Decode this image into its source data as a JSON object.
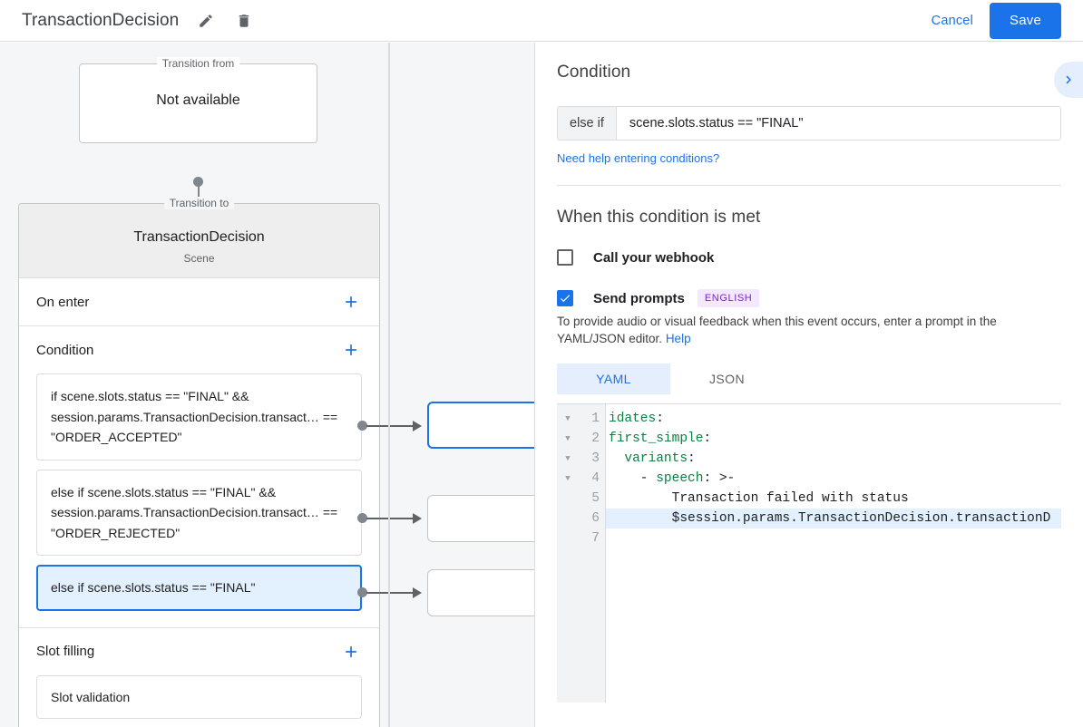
{
  "header": {
    "title": "TransactionDecision",
    "edit_icon": "pencil-icon",
    "delete_icon": "trash-icon",
    "cancel_label": "Cancel",
    "save_label": "Save",
    "accent_color": "#1a73e8"
  },
  "canvas": {
    "transition_from": {
      "legend": "Transition from",
      "value": "Not available"
    },
    "transition_to": {
      "legend": "Transition to",
      "scene_name": "TransactionDecision",
      "scene_type": "Scene"
    },
    "sections": [
      {
        "title": "On enter",
        "add_icon": "plus-icon"
      },
      {
        "title": "Condition",
        "add_icon": "plus-icon"
      },
      {
        "title": "Slot filling",
        "add_icon": "plus-icon"
      }
    ],
    "conditions": [
      {
        "text": "if scene.slots.status == \"FINAL\" && session.params.TransactionDecision.transact… == \"ORDER_ACCEPTED\"",
        "selected": false
      },
      {
        "text": "else if scene.slots.status == \"FINAL\" && session.params.TransactionDecision.transact… == \"ORDER_REJECTED\"",
        "selected": false
      },
      {
        "text": "else if scene.slots.status == \"FINAL\"",
        "selected": true
      }
    ],
    "slot_filling": {
      "item": "Slot validation"
    }
  },
  "panel": {
    "title": "Condition",
    "expand_icon": "chevron-right-icon",
    "condition": {
      "prefix": "else if",
      "value": "scene.slots.status == \"FINAL\"",
      "placeholder": "",
      "help_link": "Need help entering conditions?"
    },
    "when_met": {
      "heading": "When this condition is met",
      "webhook": {
        "label": "Call your webhook",
        "checked": false
      },
      "prompts": {
        "label": "Send prompts",
        "checked": true,
        "badge": "ENGLISH",
        "badge_color": "#7627bb"
      },
      "helper_text": "To provide audio or visual feedback when this event occurs, enter a prompt in the YAML/JSON editor.",
      "helper_link": "Help"
    },
    "editor": {
      "tabs": [
        {
          "label": "YAML",
          "active": true
        },
        {
          "label": "JSON",
          "active": false
        }
      ],
      "lines": [
        {
          "num": "1",
          "fold": true,
          "text": "idates:",
          "keyword": "idates",
          "highlight": false
        },
        {
          "num": "2",
          "fold": true,
          "text": "first_simple:",
          "keyword": "first_simple",
          "highlight": false
        },
        {
          "num": "3",
          "fold": true,
          "text": "  variants:",
          "keyword": "variants",
          "highlight": false
        },
        {
          "num": "4",
          "fold": true,
          "text": "    - speech: >-",
          "keyword": "speech",
          "highlight": false
        },
        {
          "num": "5",
          "fold": false,
          "text": "        Transaction failed with status",
          "keyword": "",
          "highlight": false
        },
        {
          "num": "6",
          "fold": false,
          "text": "        $session.params.TransactionDecision.transactionD",
          "keyword": "",
          "highlight": true
        },
        {
          "num": "7",
          "fold": false,
          "text": "",
          "keyword": "",
          "highlight": false
        }
      ]
    }
  }
}
